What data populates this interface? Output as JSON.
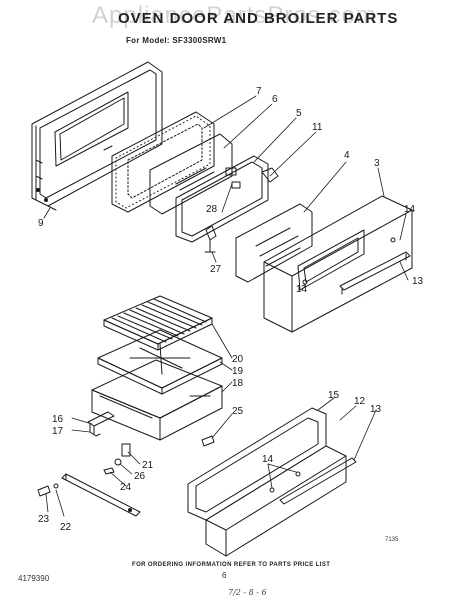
{
  "header": {
    "watermark": "AppliancePartsPros.com",
    "title": "OVEN DOOR AND BROILER PARTS",
    "model_line": "For Model: SF3300SRW1"
  },
  "callouts": {
    "c2": "2",
    "c3": "3",
    "c4": "4",
    "c5": "5",
    "c6": "6",
    "c7": "7",
    "c9": "9",
    "c11": "11",
    "c12": "12",
    "c13a": "13",
    "c13b": "13",
    "c14a": "14",
    "c14b": "14",
    "c14c": "14",
    "c15": "15",
    "c16": "16",
    "c17": "17",
    "c18": "18",
    "c19": "19",
    "c20": "20",
    "c21": "21",
    "c22": "22",
    "c23": "23",
    "c24": "24",
    "c25": "25",
    "c26": "26",
    "c27": "27",
    "c28": "28"
  },
  "footer": {
    "note": "FOR ORDERING INFORMATION REFER TO PARTS PRICE LIST",
    "doc_number": "4179390",
    "page_number": "6",
    "illustration_code": "7135",
    "handwritten": "7/2 - 8 - 6"
  },
  "colors": {
    "line": "#1a1a1a",
    "watermark": "#d2d2d2",
    "background": "#ffffff"
  }
}
